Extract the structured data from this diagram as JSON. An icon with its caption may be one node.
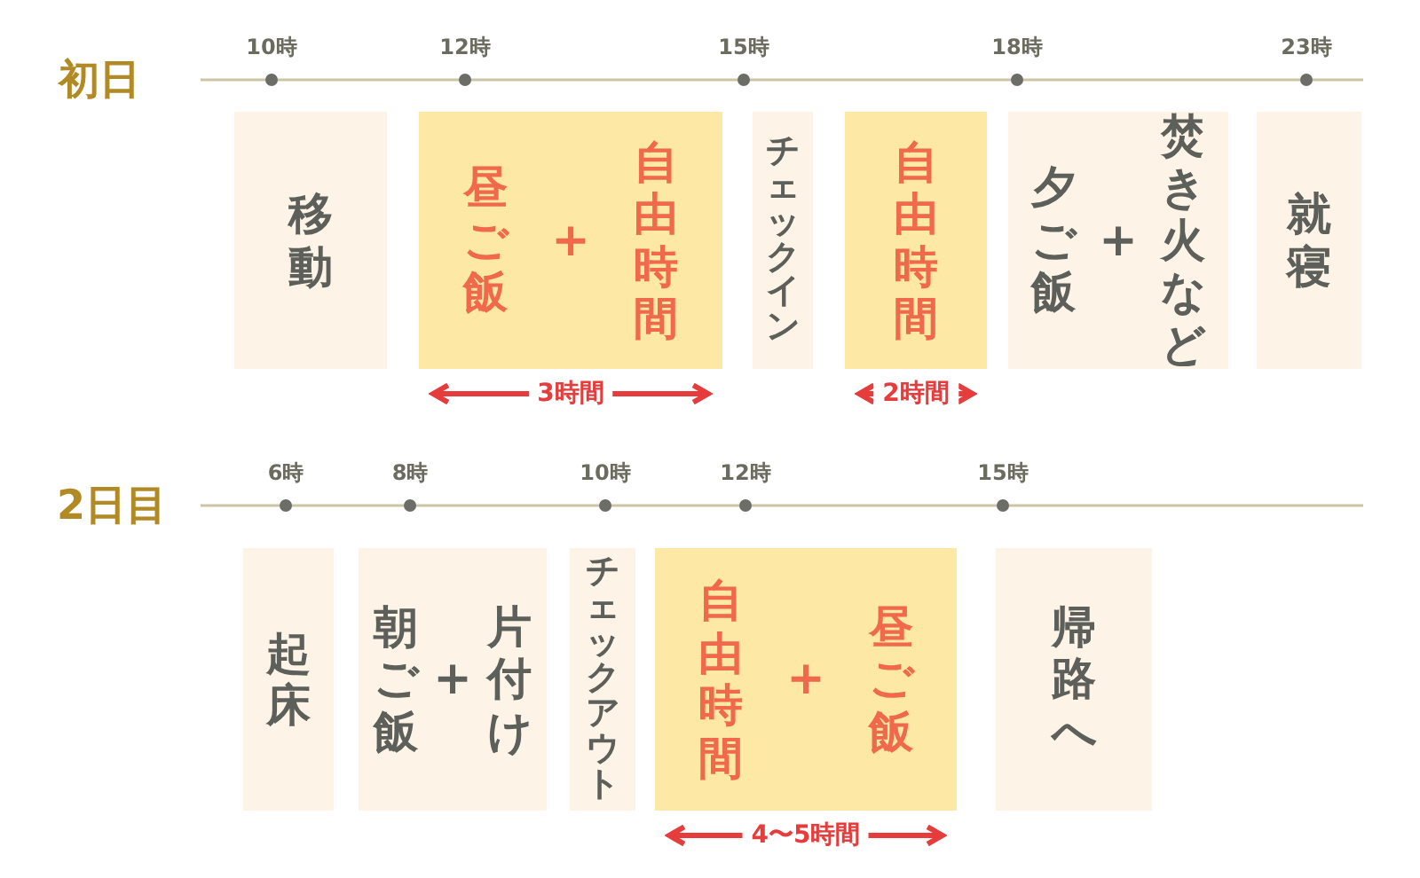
{
  "diagram": {
    "nodes": [
      {
        "text": [
          "移動"
        ]
      },
      {
        "text": [
          "昼ご飯",
          "+",
          "自由時間"
        ],
        "beside": [
          "3時間"
        ]
      },
      {
        "text": [
          "チェックイン"
        ]
      },
      {
        "text": [
          "自由時間"
        ],
        "beside": [
          "2時間"
        ]
      },
      {
        "text": [
          "夕ご飯",
          "+",
          "焚き火など"
        ]
      },
      {
        "text": [
          "就寝"
        ]
      },
      {
        "text": [
          "起床"
        ]
      },
      {
        "text": [
          "朝ご飯",
          "+",
          "片付け"
        ]
      },
      {
        "text": [
          "チェックアウト"
        ]
      },
      {
        "text": [
          "自由時間",
          "+",
          "昼ご飯"
        ],
        "beside": [
          "4〜5時間"
        ]
      },
      {
        "text": [
          "帰路へ"
        ]
      }
    ],
    "edges": [],
    "labels": [
      "10時",
      "12時",
      "15時",
      "18時",
      "23時",
      "初日",
      "6時",
      "8時",
      "10時",
      "12時",
      "15時",
      "2日目"
    ]
  }
}
